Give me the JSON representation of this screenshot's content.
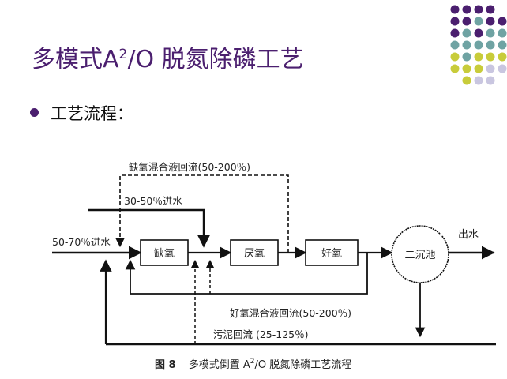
{
  "slide": {
    "title_main": "多模式A",
    "title_sup": "2",
    "title_rest": "/O 脱氮除磷工艺",
    "bullet": "工艺流程："
  },
  "colors": {
    "title": "#4b1f6f",
    "dot_purple": "#4b1f6f",
    "dot_teal": "#6fa3a3",
    "dot_lime": "#c8cc3a",
    "dot_lavender": "#c9c6e0"
  },
  "diagram": {
    "nodes": {
      "anoxic": "缺氧",
      "anaerobic": "厌氧",
      "aerobic": "好氧",
      "clarifier": "二沉池"
    },
    "labels": {
      "anoxic_recycle": "缺氧混合液回流(50-200％)",
      "inflow_30_50": "30-50％进水",
      "inflow_50_70": "50-70％进水",
      "outflow": "出水",
      "aerobic_recycle": "好氧混合液回流(50-200％)",
      "sludge_return": "污泥回流 (25-125％)"
    },
    "caption": {
      "fig_no": "图 8",
      "text_before": "多模式倒置 A",
      "text_sup": "2",
      "text_after": "/O 脱氮除磷工艺流程"
    }
  }
}
